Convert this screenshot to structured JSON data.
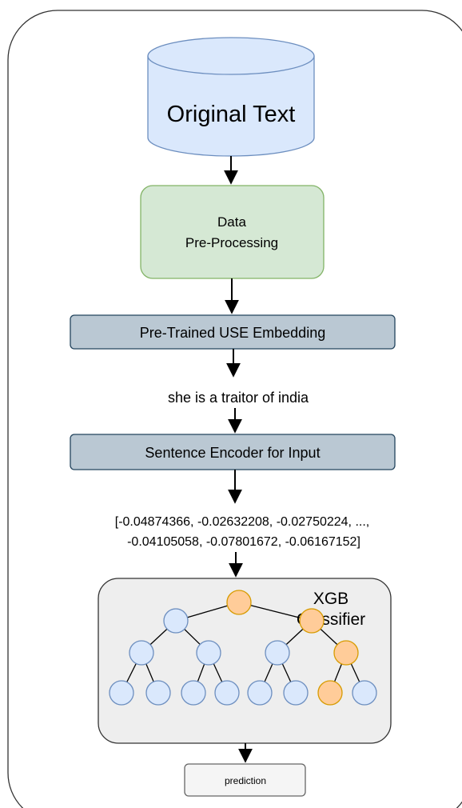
{
  "diagram": {
    "database": {
      "label": "Original Text"
    },
    "preprocessing": {
      "line1": "Data",
      "line2": "Pre-Processing"
    },
    "embedding": {
      "label": "Pre-Trained USE Embedding"
    },
    "example_text": "she is a traitor of india",
    "encoder": {
      "label": "Sentence Encoder for Input"
    },
    "vector": {
      "line1": "[-0.04874366, -0.02632208, -0.02750224, ...,",
      "line2": "-0.04105058, -0.07801672, -0.06167152]"
    },
    "classifier": {
      "line1": "XGB",
      "line2": "Classifier"
    },
    "output": {
      "label": "prediction"
    }
  },
  "colors": {
    "database_fill": "#dae8fc",
    "database_stroke": "#6c8ebf",
    "preprocessing_fill": "#d5e8d4",
    "preprocessing_stroke": "#82b366",
    "box_fill": "#bac8d3",
    "box_stroke": "#23445d",
    "classifier_fill": "#eeeeee",
    "node_blue_fill": "#dae8fc",
    "node_blue_stroke": "#6c8ebf",
    "node_orange_fill": "#ffcc99",
    "node_orange_stroke": "#d79b00"
  }
}
